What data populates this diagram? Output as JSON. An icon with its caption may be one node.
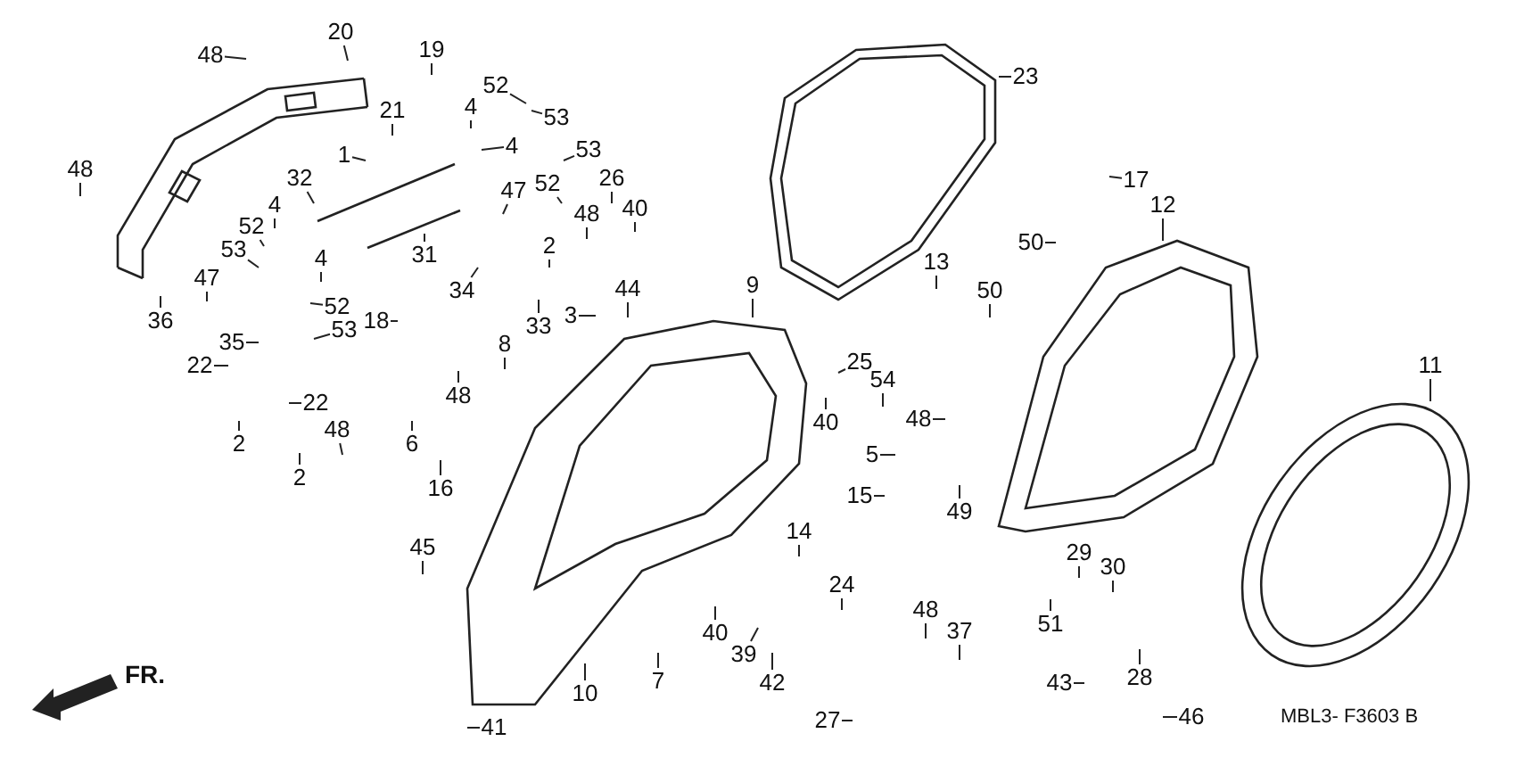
{
  "diagram": {
    "nodes": [
      {
        "text": [
          "20"
        ]
      },
      {
        "text": [
          "19"
        ]
      },
      {
        "text": [
          "48"
        ]
      },
      {
        "text": [
          "23"
        ]
      },
      {
        "text": [
          "52"
        ]
      },
      {
        "text": [
          "4"
        ]
      },
      {
        "text": [
          "21"
        ]
      },
      {
        "text": [
          "53"
        ]
      },
      {
        "text": [
          "4"
        ]
      },
      {
        "text": [
          "53"
        ]
      },
      {
        "text": [
          "1"
        ]
      },
      {
        "text": [
          "48"
        ]
      },
      {
        "text": [
          "17"
        ]
      },
      {
        "text": [
          "26"
        ]
      },
      {
        "text": [
          "32"
        ]
      },
      {
        "text": [
          "52"
        ]
      },
      {
        "text": [
          "47"
        ]
      },
      {
        "text": [
          "4"
        ]
      },
      {
        "text": [
          "12"
        ]
      },
      {
        "text": [
          "40"
        ]
      },
      {
        "text": [
          "48"
        ]
      },
      {
        "text": [
          "52"
        ]
      },
      {
        "text": [
          "50"
        ]
      },
      {
        "text": [
          "2"
        ]
      },
      {
        "text": [
          "53"
        ]
      },
      {
        "text": [
          "31"
        ]
      },
      {
        "text": [
          "4"
        ]
      },
      {
        "text": [
          "13"
        ]
      },
      {
        "text": [
          "47"
        ]
      },
      {
        "text": [
          "9"
        ]
      },
      {
        "text": [
          "44"
        ]
      },
      {
        "text": [
          "34"
        ]
      },
      {
        "text": [
          "50"
        ]
      },
      {
        "text": [
          "52"
        ]
      },
      {
        "text": [
          "3"
        ]
      },
      {
        "text": [
          "36"
        ]
      },
      {
        "text": [
          "18"
        ]
      },
      {
        "text": [
          "33"
        ]
      },
      {
        "text": [
          "53"
        ]
      },
      {
        "text": [
          "35"
        ]
      },
      {
        "text": [
          "8"
        ]
      },
      {
        "text": [
          "11"
        ]
      },
      {
        "text": [
          "25"
        ]
      },
      {
        "text": [
          "22"
        ]
      },
      {
        "text": [
          "54"
        ]
      },
      {
        "text": [
          "48"
        ]
      },
      {
        "text": [
          "22"
        ]
      },
      {
        "text": [
          "48"
        ]
      },
      {
        "text": [
          "40"
        ]
      },
      {
        "text": [
          "2"
        ]
      },
      {
        "text": [
          "6"
        ]
      },
      {
        "text": [
          "48"
        ]
      },
      {
        "text": [
          "5"
        ]
      },
      {
        "text": [
          "2"
        ]
      },
      {
        "text": [
          "16"
        ]
      },
      {
        "text": [
          "15"
        ]
      },
      {
        "text": [
          "49"
        ]
      },
      {
        "text": [
          "14"
        ]
      },
      {
        "text": [
          "45"
        ]
      },
      {
        "text": [
          "29"
        ]
      },
      {
        "text": [
          "30"
        ]
      },
      {
        "text": [
          "24"
        ]
      },
      {
        "text": [
          "48"
        ]
      },
      {
        "text": [
          "51"
        ]
      },
      {
        "text": [
          "37"
        ]
      },
      {
        "text": [
          "40"
        ]
      },
      {
        "text": [
          "39"
        ]
      },
      {
        "text": [
          "28"
        ]
      },
      {
        "text": [
          "7"
        ]
      },
      {
        "text": [
          "43"
        ]
      },
      {
        "text": [
          "42"
        ]
      },
      {
        "text": [
          "10"
        ]
      },
      {
        "text": [
          "46"
        ]
      },
      {
        "text": [
          "27"
        ]
      },
      {
        "text": [
          "41"
        ]
      }
    ],
    "edges": [
      {
        "from": 0,
        "to": null,
        "arrow": "none"
      },
      {
        "from": 1,
        "to": null,
        "arrow": "none"
      },
      {
        "from": 2,
        "to": null,
        "arrow": "none"
      },
      {
        "from": 3,
        "to": null,
        "arrow": "none"
      },
      {
        "from": 4,
        "to": null,
        "arrow": "none"
      },
      {
        "from": 5,
        "to": null,
        "arrow": "none"
      },
      {
        "from": 6,
        "to": null,
        "arrow": "none"
      },
      {
        "from": 7,
        "to": null,
        "arrow": "none"
      },
      {
        "from": 8,
        "to": null,
        "arrow": "none"
      },
      {
        "from": 9,
        "to": null,
        "arrow": "none"
      },
      {
        "from": 10,
        "to": null,
        "arrow": "none"
      },
      {
        "from": 11,
        "to": null,
        "arrow": "none"
      },
      {
        "from": 12,
        "to": null,
        "arrow": "none"
      },
      {
        "from": 13,
        "to": null,
        "arrow": "none"
      },
      {
        "from": 14,
        "to": null,
        "arrow": "none"
      },
      {
        "from": 15,
        "to": null,
        "arrow": "none"
      },
      {
        "from": 16,
        "to": null,
        "arrow": "none"
      },
      {
        "from": 17,
        "to": null,
        "arrow": "none"
      },
      {
        "from": 18,
        "to": null,
        "arrow": "none"
      },
      {
        "from": 19,
        "to": null,
        "arrow": "none"
      },
      {
        "from": 20,
        "to": null,
        "arrow": "none"
      },
      {
        "from": 21,
        "to": null,
        "arrow": "none"
      },
      {
        "from": 22,
        "to": null,
        "arrow": "none"
      },
      {
        "from": 23,
        "to": null,
        "arrow": "none"
      },
      {
        "from": 24,
        "to": null,
        "arrow": "none"
      },
      {
        "from": 25,
        "to": null,
        "arrow": "none"
      },
      {
        "from": 26,
        "to": null,
        "arrow": "none"
      },
      {
        "from": 27,
        "to": null,
        "arrow": "none"
      },
      {
        "from": 28,
        "to": null,
        "arrow": "none"
      },
      {
        "from": 29,
        "to": null,
        "arrow": "none"
      },
      {
        "from": 30,
        "to": null,
        "arrow": "none"
      },
      {
        "from": 31,
        "to": null,
        "arrow": "none"
      },
      {
        "from": 32,
        "to": null,
        "arrow": "none"
      },
      {
        "from": 33,
        "to": null,
        "arrow": "none"
      },
      {
        "from": 34,
        "to": null,
        "arrow": "none"
      },
      {
        "from": 35,
        "to": null,
        "arrow": "none"
      },
      {
        "from": 36,
        "to": null,
        "arrow": "none"
      },
      {
        "from": 37,
        "to": null,
        "arrow": "none"
      },
      {
        "from": 38,
        "to": null,
        "arrow": "none"
      },
      {
        "from": 39,
        "to": null,
        "arrow": "none"
      },
      {
        "from": 40,
        "to": null,
        "arrow": "none"
      },
      {
        "from": 41,
        "to": null,
        "arrow": "none"
      },
      {
        "from": 42,
        "to": null,
        "arrow": "none"
      },
      {
        "from": 43,
        "to": null,
        "arrow": "none"
      },
      {
        "from": 44,
        "to": null,
        "arrow": "none"
      },
      {
        "from": 45,
        "to": null,
        "arrow": "none"
      },
      {
        "from": 46,
        "to": null,
        "arrow": "none"
      },
      {
        "from": 47,
        "to": null,
        "arrow": "none"
      },
      {
        "from": 48,
        "to": null,
        "arrow": "none"
      },
      {
        "from": 49,
        "to": null,
        "arrow": "none"
      },
      {
        "from": 50,
        "to": null,
        "arrow": "none"
      },
      {
        "from": 51,
        "to": null,
        "arrow": "none"
      },
      {
        "from": 52,
        "to": null,
        "arrow": "none"
      },
      {
        "from": 53,
        "to": null,
        "arrow": "none"
      },
      {
        "from": 54,
        "to": null,
        "arrow": "none"
      },
      {
        "from": 55,
        "to": null,
        "arrow": "none"
      },
      {
        "from": 56,
        "to": null,
        "arrow": "none"
      },
      {
        "from": 57,
        "to": null,
        "arrow": "none"
      },
      {
        "from": 58,
        "to": null,
        "arrow": "none"
      },
      {
        "from": 59,
        "to": null,
        "arrow": "none"
      },
      {
        "from": 60,
        "to": null,
        "arrow": "none"
      },
      {
        "from": 61,
        "to": null,
        "arrow": "none"
      },
      {
        "from": 62,
        "to": null,
        "arrow": "none"
      },
      {
        "from": 63,
        "to": null,
        "arrow": "none"
      },
      {
        "from": 64,
        "to": null,
        "arrow": "none"
      },
      {
        "from": 65,
        "to": null,
        "arrow": "none"
      },
      {
        "from": 66,
        "to": null,
        "arrow": "none"
      },
      {
        "from": 67,
        "to": null,
        "arrow": "none"
      },
      {
        "from": 68,
        "to": null,
        "arrow": "none"
      },
      {
        "from": 69,
        "to": null,
        "arrow": "none"
      },
      {
        "from": 70,
        "to": null,
        "arrow": "none"
      },
      {
        "from": 71,
        "to": null,
        "arrow": "none"
      },
      {
        "from": 72,
        "to": null,
        "arrow": "none"
      },
      {
        "from": 73,
        "to": null,
        "arrow": "none"
      },
      {
        "from": 74,
        "to": null,
        "arrow": "none"
      }
    ],
    "labels": [
      "FR.",
      "MBL3- F3603 B"
    ]
  }
}
